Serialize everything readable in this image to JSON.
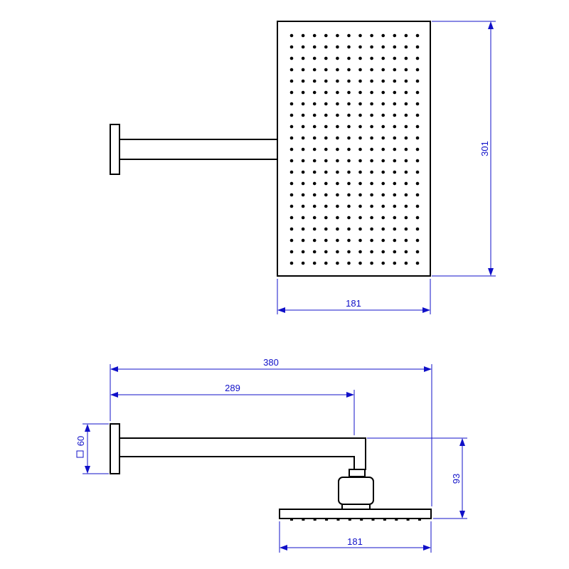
{
  "colors": {
    "dimension": "#1010c8",
    "outline": "#000000"
  },
  "top_view": {
    "head_width_label": "181",
    "head_height_label": "301",
    "nozzle_grid": {
      "columns": 12,
      "rows": 21
    }
  },
  "side_view": {
    "total_length_label": "380",
    "arm_length_label": "289",
    "flange_size_label": "60",
    "drop_height_label": "93",
    "head_width_label": "181"
  }
}
